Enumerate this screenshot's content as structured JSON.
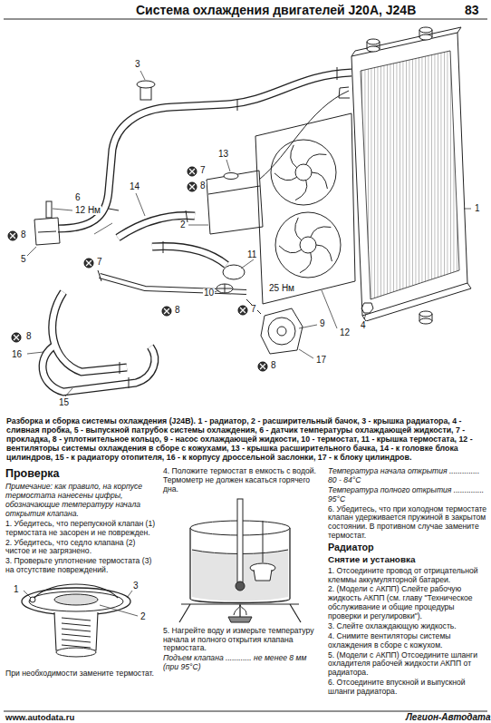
{
  "diagram": {
    "title": "Система охлаждения двигателей J20A, J24B",
    "caption": "Разборка и сборка системы охлаждения (J24B). 1 - радиатор, 2 - расширительный бачок, 3 - крышка радиатора, 4 - сливная пробка, 5 - выпускной патрубок системы охлаждения, 6 - датчик температуры охлаждающей жидкости, 7 - прокладка, 8 - уплотнительное кольцо, 9 - насос охлаждающей жидкости, 10 - термостат, 11 - крышка термостата, 12 - вентиляторы системы охлаждения в сборе с кожухами, 13 - крышка расширительного бачка, 14 - к головке блока цилиндров, 15 - к радиатору отопителя, 16 - к корпусу дроссельной заслонки, 17 - к блоку цилиндров.",
    "labels": [
      "83",
      "3",
      "13",
      "7",
      "8",
      "14",
      "6",
      "12 Нм",
      "8",
      "5",
      "7",
      "2",
      "11",
      "10",
      "25 Нм",
      "7",
      "8",
      "9",
      "8",
      "16",
      "8",
      "17",
      "15",
      "4",
      "1",
      "12",
      "Проверка",
      "Примечание: как правило, на корпусе термостата нанесены цифры, обозначающие температуру начала открытия клапана.",
      "1. Убедитесь, что перепускной клапан (1) термостата не засорен и не поврежден.",
      "2. Убедитесь, что седло клапана (2) чистое и не загрязнено.",
      "3. Проверьте уплотнение термостата (3) на отсутствие повреждений.",
      "1",
      "3",
      "2",
      "При необходимости замените термостат.",
      "4. Положите термостат в емкость с водой. Термометр не должен касаться горячего дна.",
      "5. Нагрейте воду и измерьте температуру начала и полного открытия клапана термостата.",
      "Подъем клапана ............ не менее 8 мм (при 95°C)",
      "Температура начала открытия .............. 80 - 84°C",
      "Температура полного открытия .............. 95°C",
      "6. Убедитесь, что при холодном термостате клапан удерживается пружиной в закрытом состоянии. В противном случае замените термостат.",
      "Радиатор",
      "Снятие и установка",
      "1. Отсоедините провод от отрицательной клеммы аккумуляторной батареи.",
      "2. (Модели с АКПП) Слейте рабочую жидкость АКПП (см. главу \"Техническое обслуживание и общие процедуры проверки и регулировки\").",
      "3. Слейте охлаждающую жидкость.",
      "4. Снимите вентиляторы системы охлаждения в сборе с кожухом.",
      "5. (Модели с АКПП) Отсоедините шланги охладителя рабочей жидкости АКПП от радиатора.",
      "6. Отсоедините впускной и выпускной шланги радиатора.",
      "www.autodata.ru",
      "Легион-Автодата"
    ]
  }
}
